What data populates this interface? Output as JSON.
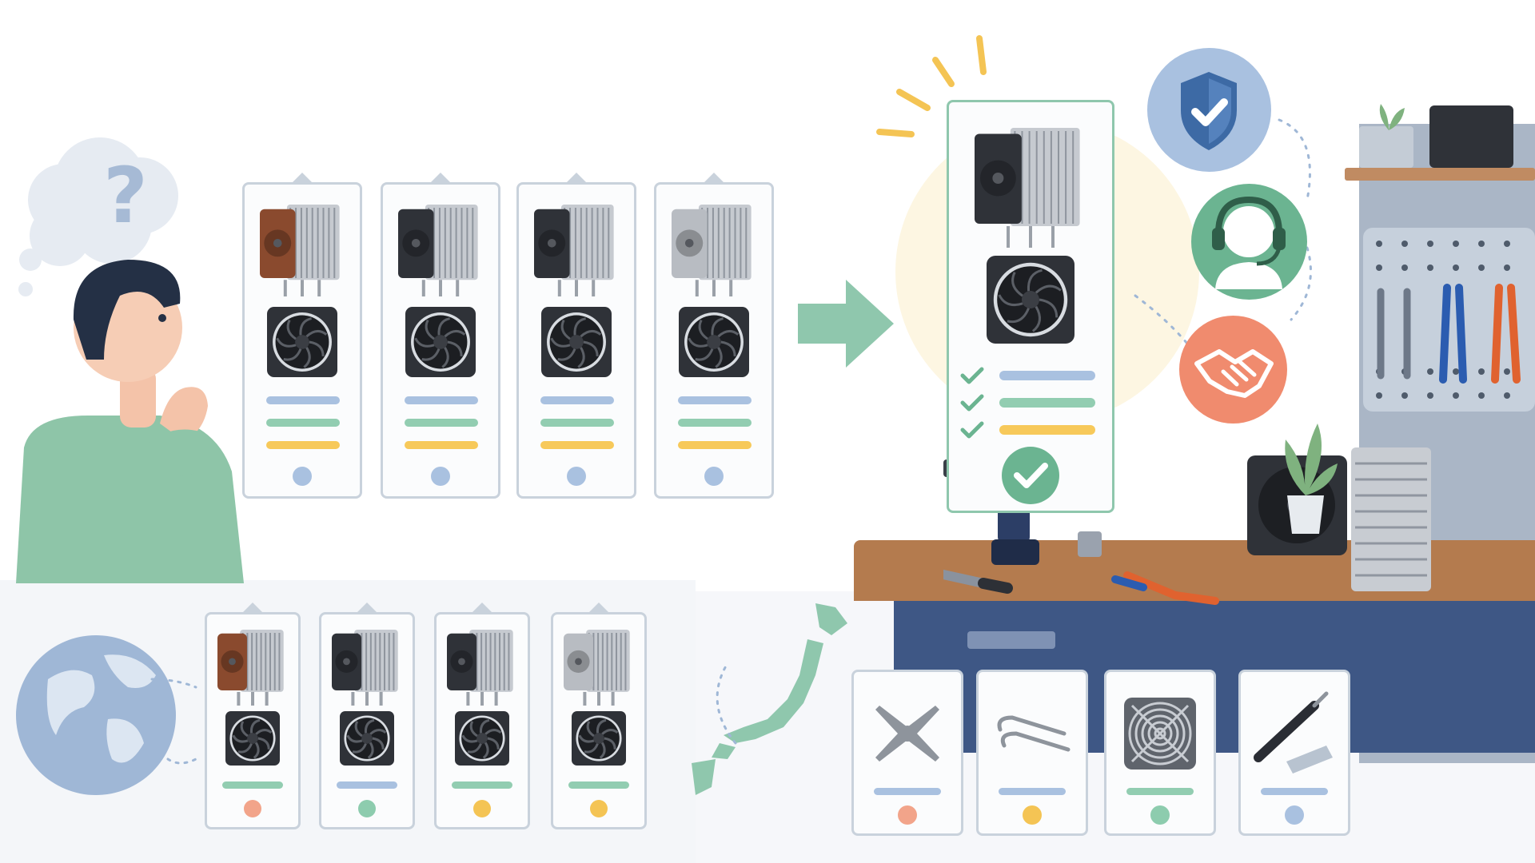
{
  "colors": {
    "page_background": "#ffffff",
    "lower_panel": "#f4f6f9",
    "card_border": "#c9d2dc",
    "winner_border": "#8fc7ad",
    "bar_blue": "#a9c1e0",
    "bar_green": "#92cdb1",
    "bar_yellow": "#f7c95a",
    "dot_blue": "#a9c1e0",
    "dot_green": "#8dccae",
    "dot_yellow": "#f4c454",
    "dot_orange": "#f2a48a",
    "arrow": "#8fc7ad",
    "sparkle": "#f4c454",
    "shield": "#3d6aa5",
    "support": "#6bb491",
    "handshake": "#f08b6e",
    "globe": "#9fb7d6",
    "japan_map": "#8fc7ad",
    "bench_top": "#b47b4e",
    "cabinet": "#3e5785",
    "pegboard": "#c6d0dc",
    "fan_dark": "#2f3238"
  },
  "icons": {
    "thought": "question-mark-thought-bubble",
    "person": "thinking-person",
    "arrow": "right-arrow",
    "badges": [
      "shield-check-icon",
      "headset-support-icon",
      "handshake-icon"
    ],
    "globe": "globe-icon",
    "map": "japan-map-icon",
    "parts": [
      "mounting-bracket-icon",
      "fan-clips-icon",
      "fan-grill-icon",
      "thermal-paste-icon"
    ]
  },
  "top_comparison": [
    {
      "fan": "brown",
      "dot": "blue"
    },
    {
      "fan": "black",
      "dot": "blue"
    },
    {
      "fan": "black",
      "dot": "blue"
    },
    {
      "fan": "gray",
      "dot": "blue"
    }
  ],
  "lower_comparison": [
    {
      "fan": "brown",
      "dot": "orange"
    },
    {
      "fan": "black",
      "dot": "green"
    },
    {
      "fan": "black",
      "dot": "yellow"
    },
    {
      "fan": "gray",
      "dot": "yellow"
    }
  ],
  "selected_cooler": {
    "checks": 3,
    "bars": [
      "blue",
      "green",
      "yellow"
    ]
  },
  "accessories": [
    {
      "item": "mounting-bracket",
      "bar": "blue",
      "dot": "orange"
    },
    {
      "item": "fan-clips",
      "bar": "blue",
      "dot": "yellow"
    },
    {
      "item": "fan-grill",
      "bar": "green",
      "dot": "green"
    },
    {
      "item": "thermal-paste",
      "bar": "blue",
      "dot": "blue"
    }
  ]
}
